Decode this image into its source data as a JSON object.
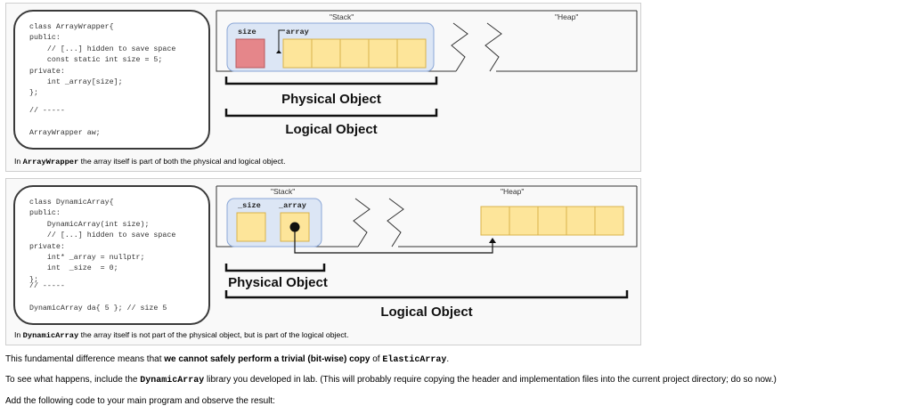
{
  "figure1": {
    "code_lines": [
      "class ArrayWrapper{",
      "public:",
      "    // [...] hidden to save space",
      "    const static int size = 5;",
      "private:",
      "    int _array[size];",
      "};"
    ],
    "code_tail": [
      "// -----",
      "",
      "ArrayWrapper aw;"
    ],
    "stack_label": "\"Stack\"",
    "heap_label": "\"Heap\"",
    "size_label": "size",
    "array_label": "array",
    "physical_label": "Physical Object",
    "logical_label": "Logical Object",
    "caption_pre": "In ",
    "caption_code": "ArrayWrapper",
    "caption_post": " the array itself is part of both the physical and logical object."
  },
  "figure2": {
    "code_lines": [
      "class DynamicArray{",
      "public:",
      "    DynamicArray(int size);",
      "    // [...] hidden to save space",
      "private:",
      "    int* _array = nullptr;",
      "    int  _size  = 0;",
      "};"
    ],
    "code_tail": [
      "// -----",
      "",
      "DynamicArray da{ 5 }; // size 5"
    ],
    "stack_label": "\"Stack\"",
    "heap_label": "\"Heap\"",
    "size_label": "_size",
    "array_label": "_array",
    "physical_label": "Physical Object",
    "logical_label": "Logical Object",
    "caption_pre": "In ",
    "caption_code": "DynamicArray",
    "caption_post": " the array itself is not part of the physical object, but is part of the logical object."
  },
  "paragraphs": {
    "p1_pre": "This fundamental difference means that ",
    "p1_bold": "we cannot safely perform a trivial (bit-wise) copy",
    "p1_mid": " of ",
    "p1_code": "ElasticArray",
    "p1_post": ".",
    "p2_pre": "To see what happens, include the ",
    "p2_code": "DynamicArray",
    "p2_post": " library you developed in lab. (This will probably require copying the header and implementation files into the current project directory; do so now.)",
    "p3": "Add the following code to your main program and observe the result:"
  },
  "colors": {
    "stack_fill": "#dce6f5",
    "stack_stroke": "#8aa6d6",
    "cell_fill": "#fde59a",
    "cell_stroke": "#d9b24c",
    "size_red": "#e5868a",
    "brace": "#111111"
  }
}
